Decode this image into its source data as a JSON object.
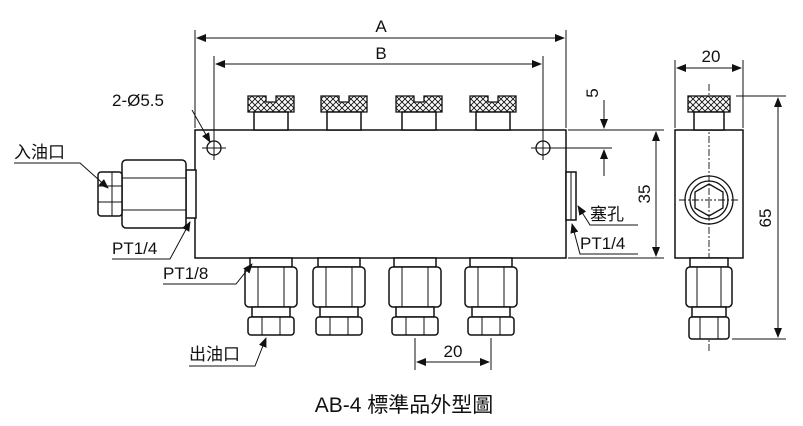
{
  "title": "AB-4 標準品外型圖",
  "dimensions": {
    "overall_length": "A",
    "bolt_pitch": "B",
    "top_offset": "5",
    "body_height": "35",
    "side_width": "20",
    "side_height": "65",
    "outlet_pitch": "20"
  },
  "labels": {
    "mount_holes": "2-Ø5.5",
    "inlet": "入油口",
    "inlet_thread": "PT1/4",
    "outlet_thread": "PT1/8",
    "outlet": "出油口",
    "plug": "塞孔",
    "plug_thread": "PT1/4"
  }
}
